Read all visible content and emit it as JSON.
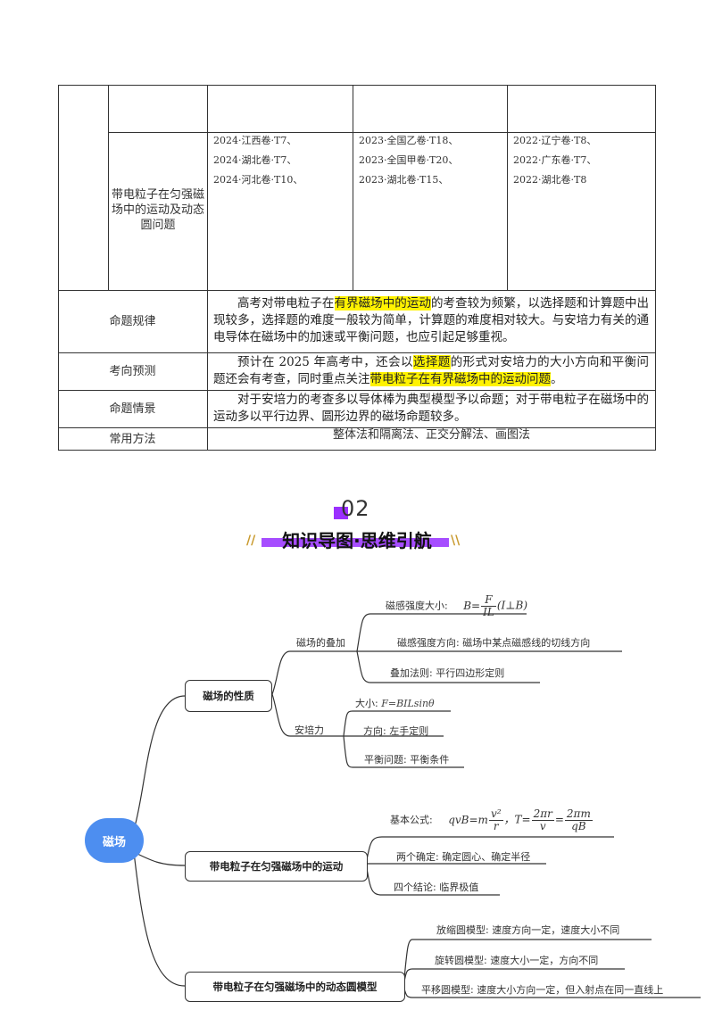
{
  "table": {
    "topic_cell": "带电粒子在匀强磁场中的运动及动态圆问题",
    "col_2024": [
      "2024·江西卷·T7、",
      "2024·湖北卷·T7、",
      "2024·河北卷·T10、"
    ],
    "col_2023": [
      "2023·全国乙卷·T18、",
      "2023·全国甲卷·T20、",
      "2023·湖北卷·T15、"
    ],
    "col_2022": [
      "2022·辽宁卷·T8、",
      "2022·广东卷·T7、",
      "2022·湖北卷·T8"
    ],
    "rows": {
      "guilv_label": "命题规律",
      "guilv_pre": "高考对带电粒子在",
      "guilv_hl": "有界磁场中的运动",
      "guilv_post": "的考查较为频繁，以选择题和计算题中出现较多，选择题的难度一般较为简单，计算题的难度相对较大。与安培力有关的通电导体在磁场中的加速或平衡问题，也应引起足够重视。",
      "yuce_label": "考向预测",
      "yuce_pre": "预计在 2025 年高考中，还会以",
      "yuce_hl1": "选择题",
      "yuce_mid": "的形式对安培力的大小方向和平衡问题还会有考查，同时重点关注",
      "yuce_hl2": "带电粒子在有界磁场中的运动问题",
      "yuce_post": "。",
      "qingjing_label": "命题情景",
      "qingjing_text": "对于安培力的考查多以导体棒为典型模型予以命题；对于带电粒子在磁场中的运动多以平行边界、圆形边界的磁场命题较多。",
      "fangfa_label": "常用方法",
      "fangfa_text": "整体法和隔离法、正交分解法、画图法"
    }
  },
  "section": {
    "number": "02",
    "title": "知识导图·思维引航",
    "deco_left": "//",
    "deco_right": "\\\\"
  },
  "colors": {
    "accent_purple": "#a64dff",
    "root_blue": "#4d8ef0",
    "highlight": "#fff200"
  },
  "mindmap": {
    "root": "磁场",
    "branch1": {
      "label": "磁场的性质",
      "sub1": {
        "label": "磁场的叠加",
        "item1_label": "磁感强度大小:",
        "item1_formula_lhs": "B=",
        "item1_num": "F",
        "item1_den": "IL",
        "item1_cond": "(I⊥B)",
        "item2": "磁感强度方向:  磁场中某点磁感线的切线方向",
        "item3": "叠加法则:  平行四边形定则"
      },
      "sub2": {
        "label": "安培力",
        "item1_label": "大小:",
        "item1_formula": "F=BILsinθ",
        "item2": "方向:  左手定则",
        "item3": "平衡问题:  平衡条件"
      }
    },
    "branch2": {
      "label": "带电粒子在匀强磁场中的运动",
      "item1_label": "基本公式:",
      "f1": "qvB=m",
      "f1_num": "v²",
      "f1_den": "r",
      "f2": "，T=",
      "f2_num": "2πr",
      "f2_den": "v",
      "f3": "=",
      "f3_num": "2πm",
      "f3_den": "qB",
      "item2": "两个确定:  确定圆心、确定半径",
      "item3": "四个结论:  临界极值"
    },
    "branch3": {
      "label": "带电粒子在匀强磁场中的动态圆模型",
      "item1": "放缩圆模型:  速度方向一定，速度大小不同",
      "item2": "旋转圆模型:  速度大小一定，方向不同",
      "item3": "平移圆模型:  速度大小方向一定，但入射点在同一直线上"
    }
  }
}
